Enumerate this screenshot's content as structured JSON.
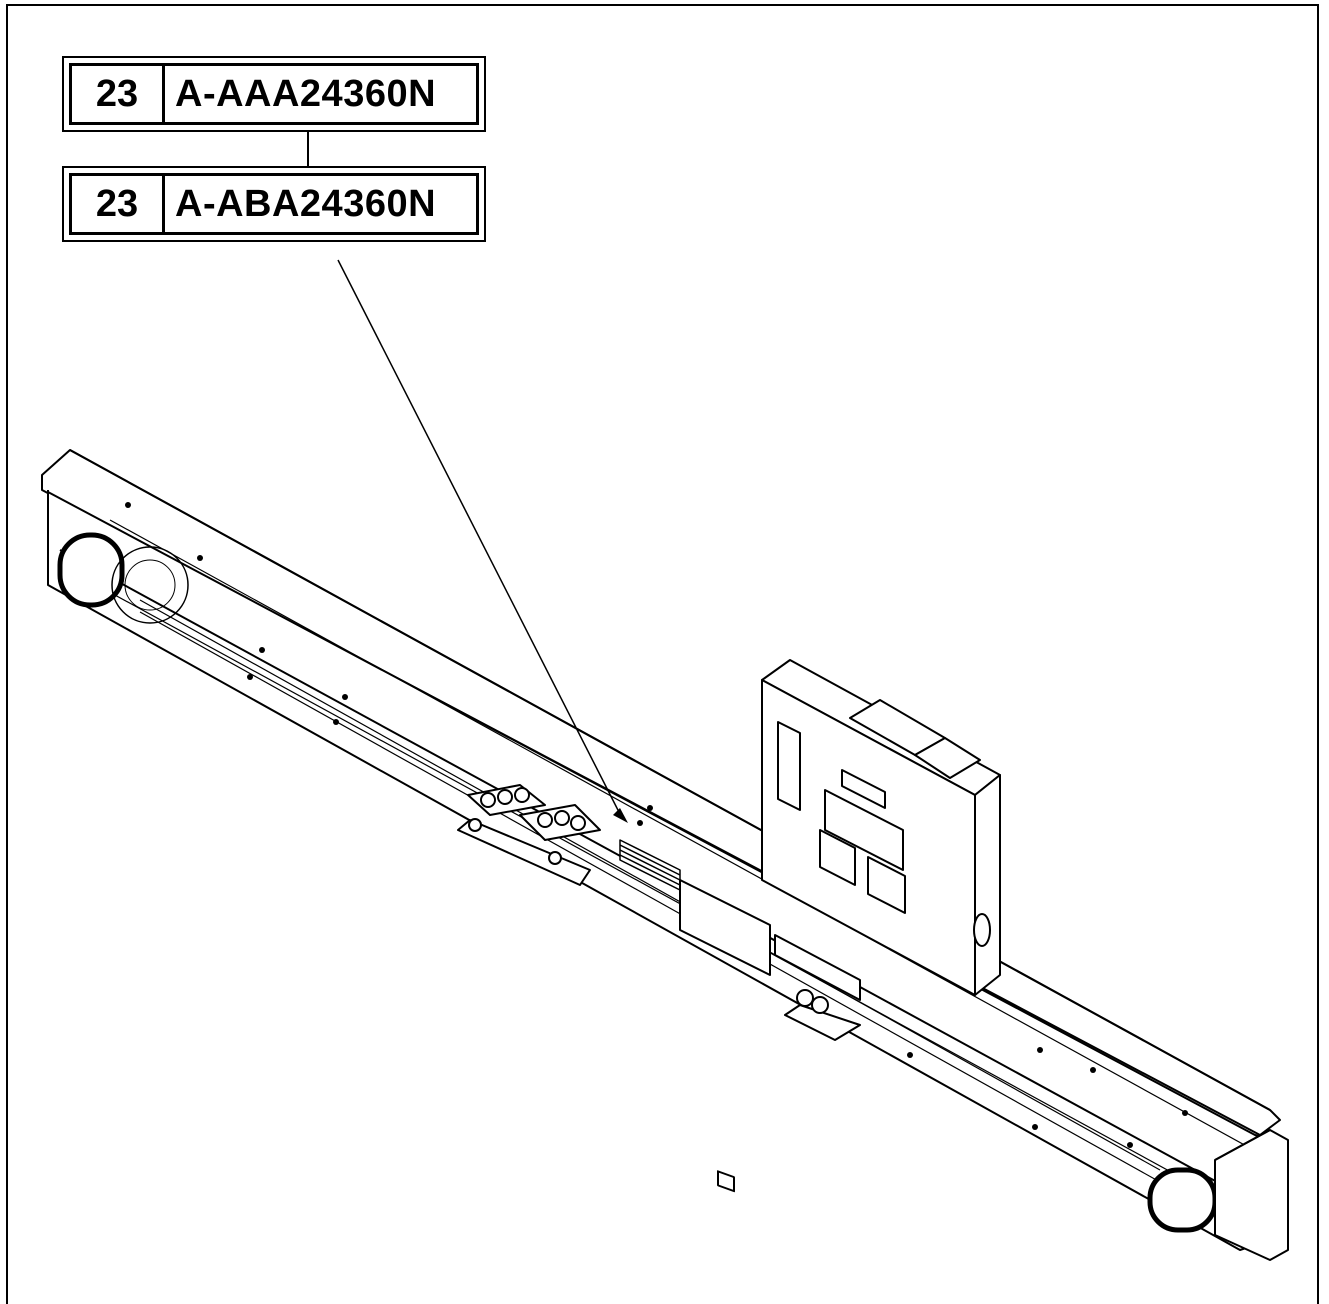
{
  "callouts": [
    {
      "item": "23",
      "part_number": "A-AAA24360N"
    },
    {
      "item": "23",
      "part_number": "A-ABA24360N"
    }
  ],
  "colors": {
    "line": "#000000",
    "background": "#ffffff"
  },
  "icons": {
    "leader_arrow": "arrowhead-icon"
  }
}
